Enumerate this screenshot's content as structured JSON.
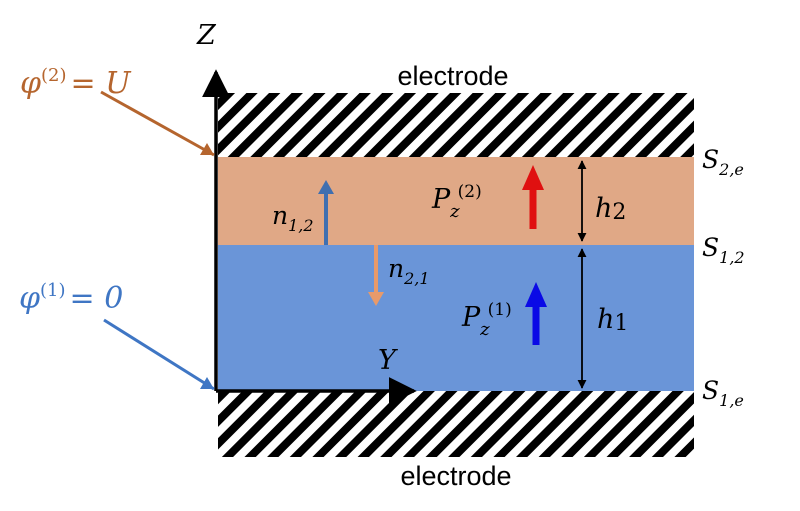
{
  "labels": {
    "electrode_top": "electrode",
    "electrode_bottom": "electrode",
    "axis_z": "Z",
    "axis_y": "Y",
    "phi_top": {
      "symbol": "φ",
      "superscript": "(2)",
      "rhs": "= U"
    },
    "phi_bottom": {
      "symbol": "φ",
      "superscript": "(1)",
      "rhs": "= 0"
    },
    "surface_top": {
      "main": "S",
      "sub": "2,e"
    },
    "surface_mid": {
      "main": "S",
      "sub": "1,2"
    },
    "surface_bottom": {
      "main": "S",
      "sub": "1,e"
    },
    "h2": {
      "main": "h",
      "sub": "2"
    },
    "h1": {
      "main": "h",
      "sub": "1"
    },
    "n12": {
      "main": "n",
      "sub": "1,2"
    },
    "n21": {
      "main": "n",
      "sub": "2,1"
    },
    "P2": {
      "main": "P",
      "sub": "z",
      "sup": "(2)"
    },
    "P1": {
      "main": "P",
      "sub": "z",
      "sup": "(1)"
    }
  },
  "colors": {
    "layer_top": "#e0a886",
    "layer_bottom": "#6a95d8",
    "phi_top_text": "#b5652e",
    "phi_bottom_text": "#3f76c4",
    "n12_arrow": "#3f6fb0",
    "n21_arrow": "#e89a6a",
    "P2_arrow": "#e01010",
    "P1_arrow": "#0a0ae6",
    "hatch_stripe": "#000000"
  }
}
